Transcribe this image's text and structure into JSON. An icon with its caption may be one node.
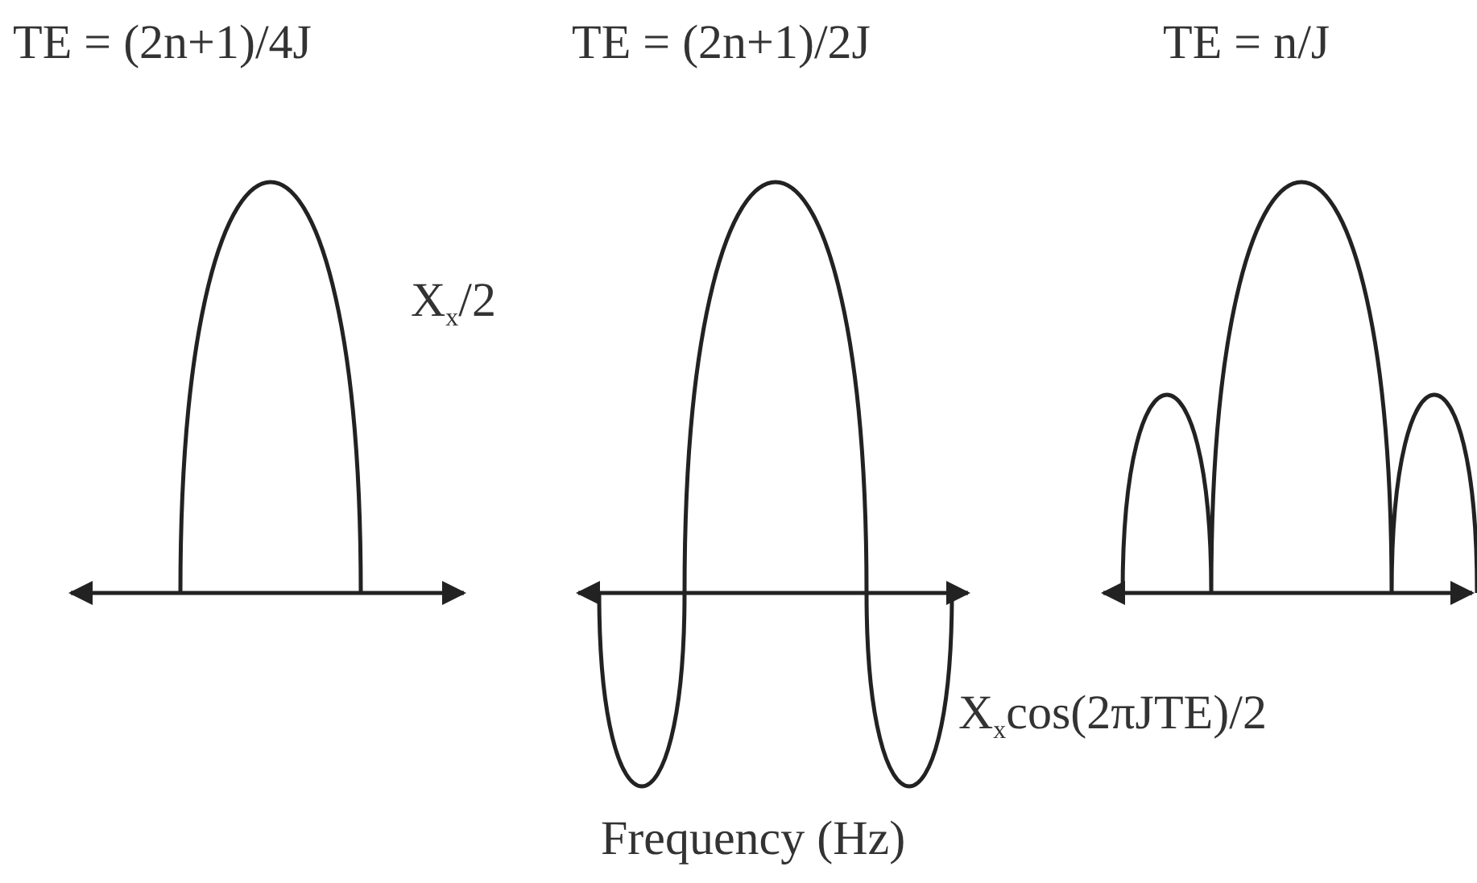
{
  "diagram": {
    "labels": [
      "TE = (2n+1)/4J",
      "TE = (2n+1)/2J",
      "TE = n/J",
      "X$_{x}$/2",
      "X$_{x}$cos(2πJTE)/2",
      "Frequency (Hz)"
    ]
  }
}
